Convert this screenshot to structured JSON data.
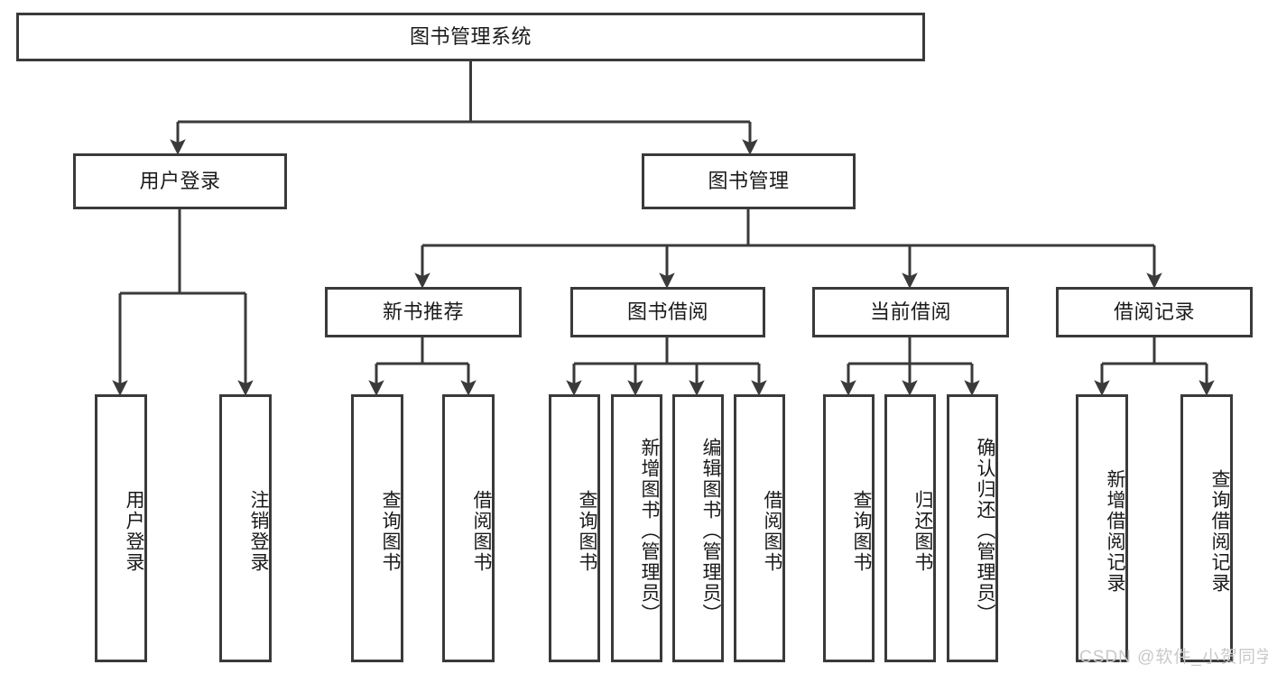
{
  "diagram": {
    "title": "图书管理系统",
    "type": "tree-hierarchy",
    "root": {
      "id": "root",
      "label": "图书管理系统"
    },
    "level2": [
      {
        "id": "login",
        "label": "用户登录"
      },
      {
        "id": "bookmgmt",
        "label": "图书管理"
      }
    ],
    "level3": [
      {
        "id": "newbook",
        "label": "新书推荐",
        "parent": "bookmgmt"
      },
      {
        "id": "borrow",
        "label": "图书借阅",
        "parent": "bookmgmt"
      },
      {
        "id": "current",
        "label": "当前借阅",
        "parent": "bookmgmt"
      },
      {
        "id": "record",
        "label": "借阅记录",
        "parent": "bookmgmt"
      }
    ],
    "leaves": {
      "login": [
        {
          "id": "leaf-user-login",
          "label": "用户登录"
        },
        {
          "id": "leaf-user-logout",
          "label": "注销登录"
        }
      ],
      "newbook": [
        {
          "id": "leaf-nb-query",
          "label": "查询图书"
        },
        {
          "id": "leaf-nb-borrow",
          "label": "借阅图书"
        }
      ],
      "borrow": [
        {
          "id": "leaf-bw-query",
          "label": "查询图书"
        },
        {
          "id": "leaf-bw-add",
          "label": "新增图书（管理员）"
        },
        {
          "id": "leaf-bw-edit",
          "label": "编辑图书（管理员）"
        },
        {
          "id": "leaf-bw-borrow",
          "label": "借阅图书"
        }
      ],
      "current": [
        {
          "id": "leaf-cu-query",
          "label": "查询图书"
        },
        {
          "id": "leaf-cu-return",
          "label": "归还图书"
        },
        {
          "id": "leaf-cu-confirm",
          "label": "确认归还（管理员）"
        }
      ],
      "record": [
        {
          "id": "leaf-rc-add",
          "label": "新增借阅记录"
        },
        {
          "id": "leaf-rc-query",
          "label": "查询借阅记录"
        }
      ]
    }
  },
  "watermark": {
    "text": "CSDN @软件_小贺同学"
  },
  "colors": {
    "stroke": "#3a3a3a",
    "text": "#1a1a1a",
    "background": "#ffffff",
    "watermark": "#c9c9c9"
  }
}
